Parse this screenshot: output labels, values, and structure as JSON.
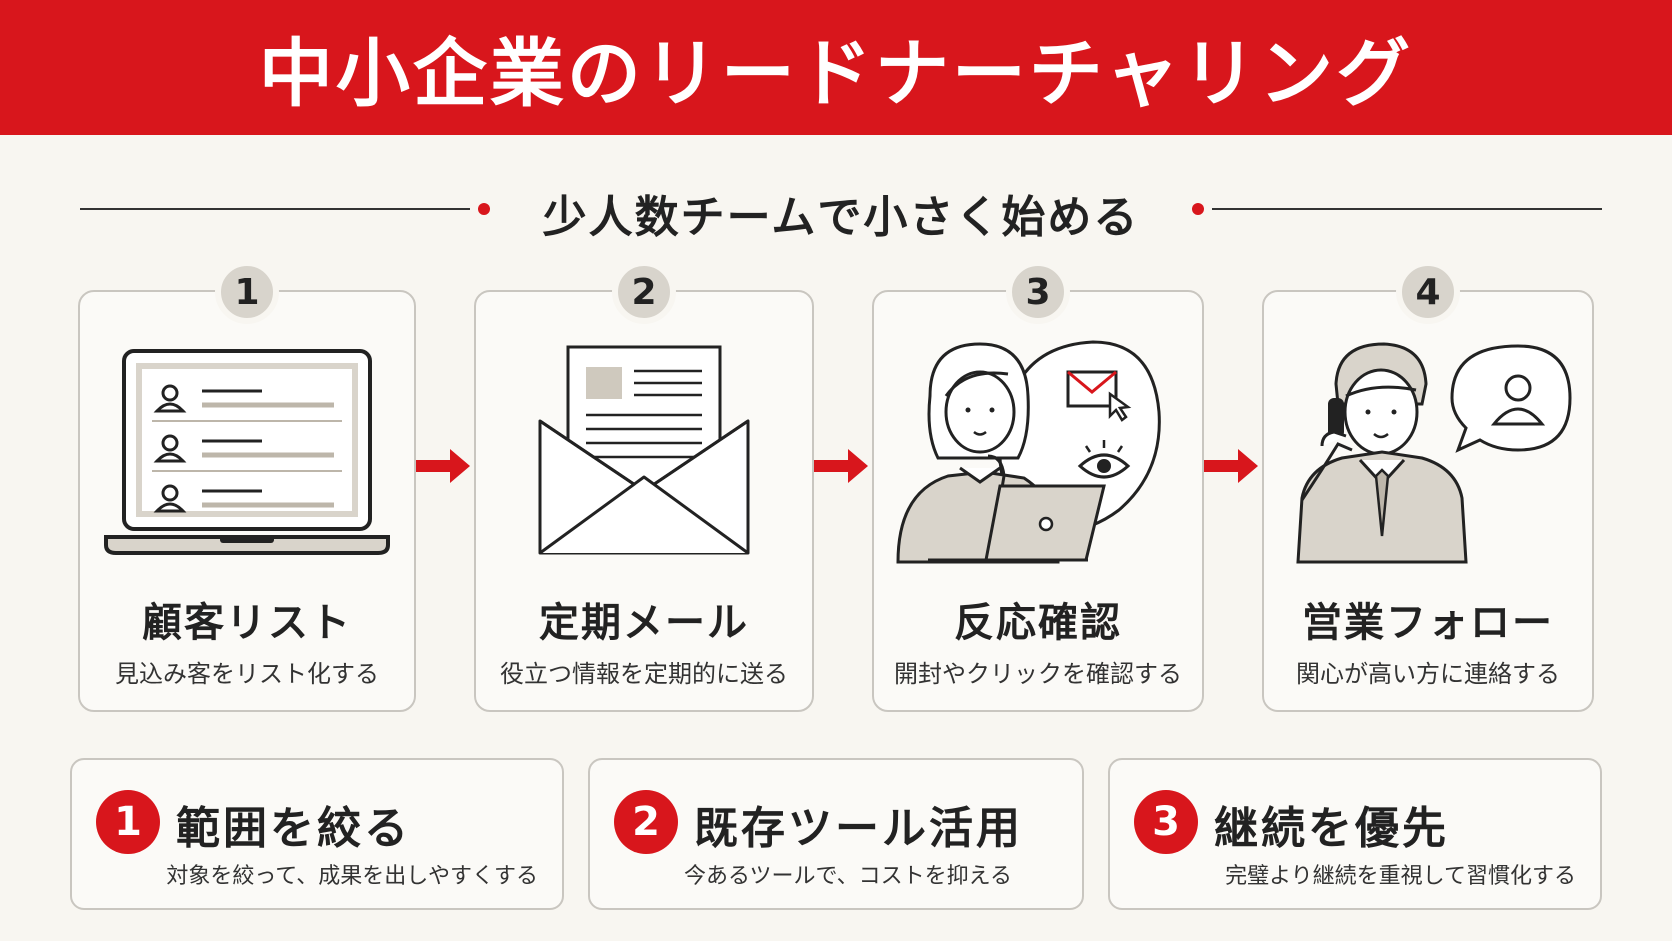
{
  "header": {
    "title": "中小企業のリードナーチャリング"
  },
  "subtitle": "少人数チームで小さく始める",
  "steps": [
    {
      "number": "1",
      "title": "顧客リスト",
      "description": "見込み客をリスト化する",
      "icon": "laptop-contact-list-icon"
    },
    {
      "number": "2",
      "title": "定期メール",
      "description": "役立つ情報を定期的に送る",
      "icon": "envelope-letter-icon"
    },
    {
      "number": "3",
      "title": "反応確認",
      "description": "開封やクリックを確認する",
      "icon": "woman-laptop-email-view-icon"
    },
    {
      "number": "4",
      "title": "営業フォロー",
      "description": "関心が高い方に連絡する",
      "icon": "businessman-phone-icon"
    }
  ],
  "tips": [
    {
      "number": "1",
      "title": "範囲を絞る",
      "description": "対象を絞って、成果を出しやすくする"
    },
    {
      "number": "2",
      "title": "既存ツール活用",
      "description": "今あるツールで、コストを抑える"
    },
    {
      "number": "3",
      "title": "継続を優先",
      "description": "完璧より継続を重視して習慣化する"
    }
  ],
  "colors": {
    "accent": "#d8161c",
    "badge": "#d8d4cc",
    "background": "#f8f6f1",
    "border": "#c9c6c0"
  }
}
